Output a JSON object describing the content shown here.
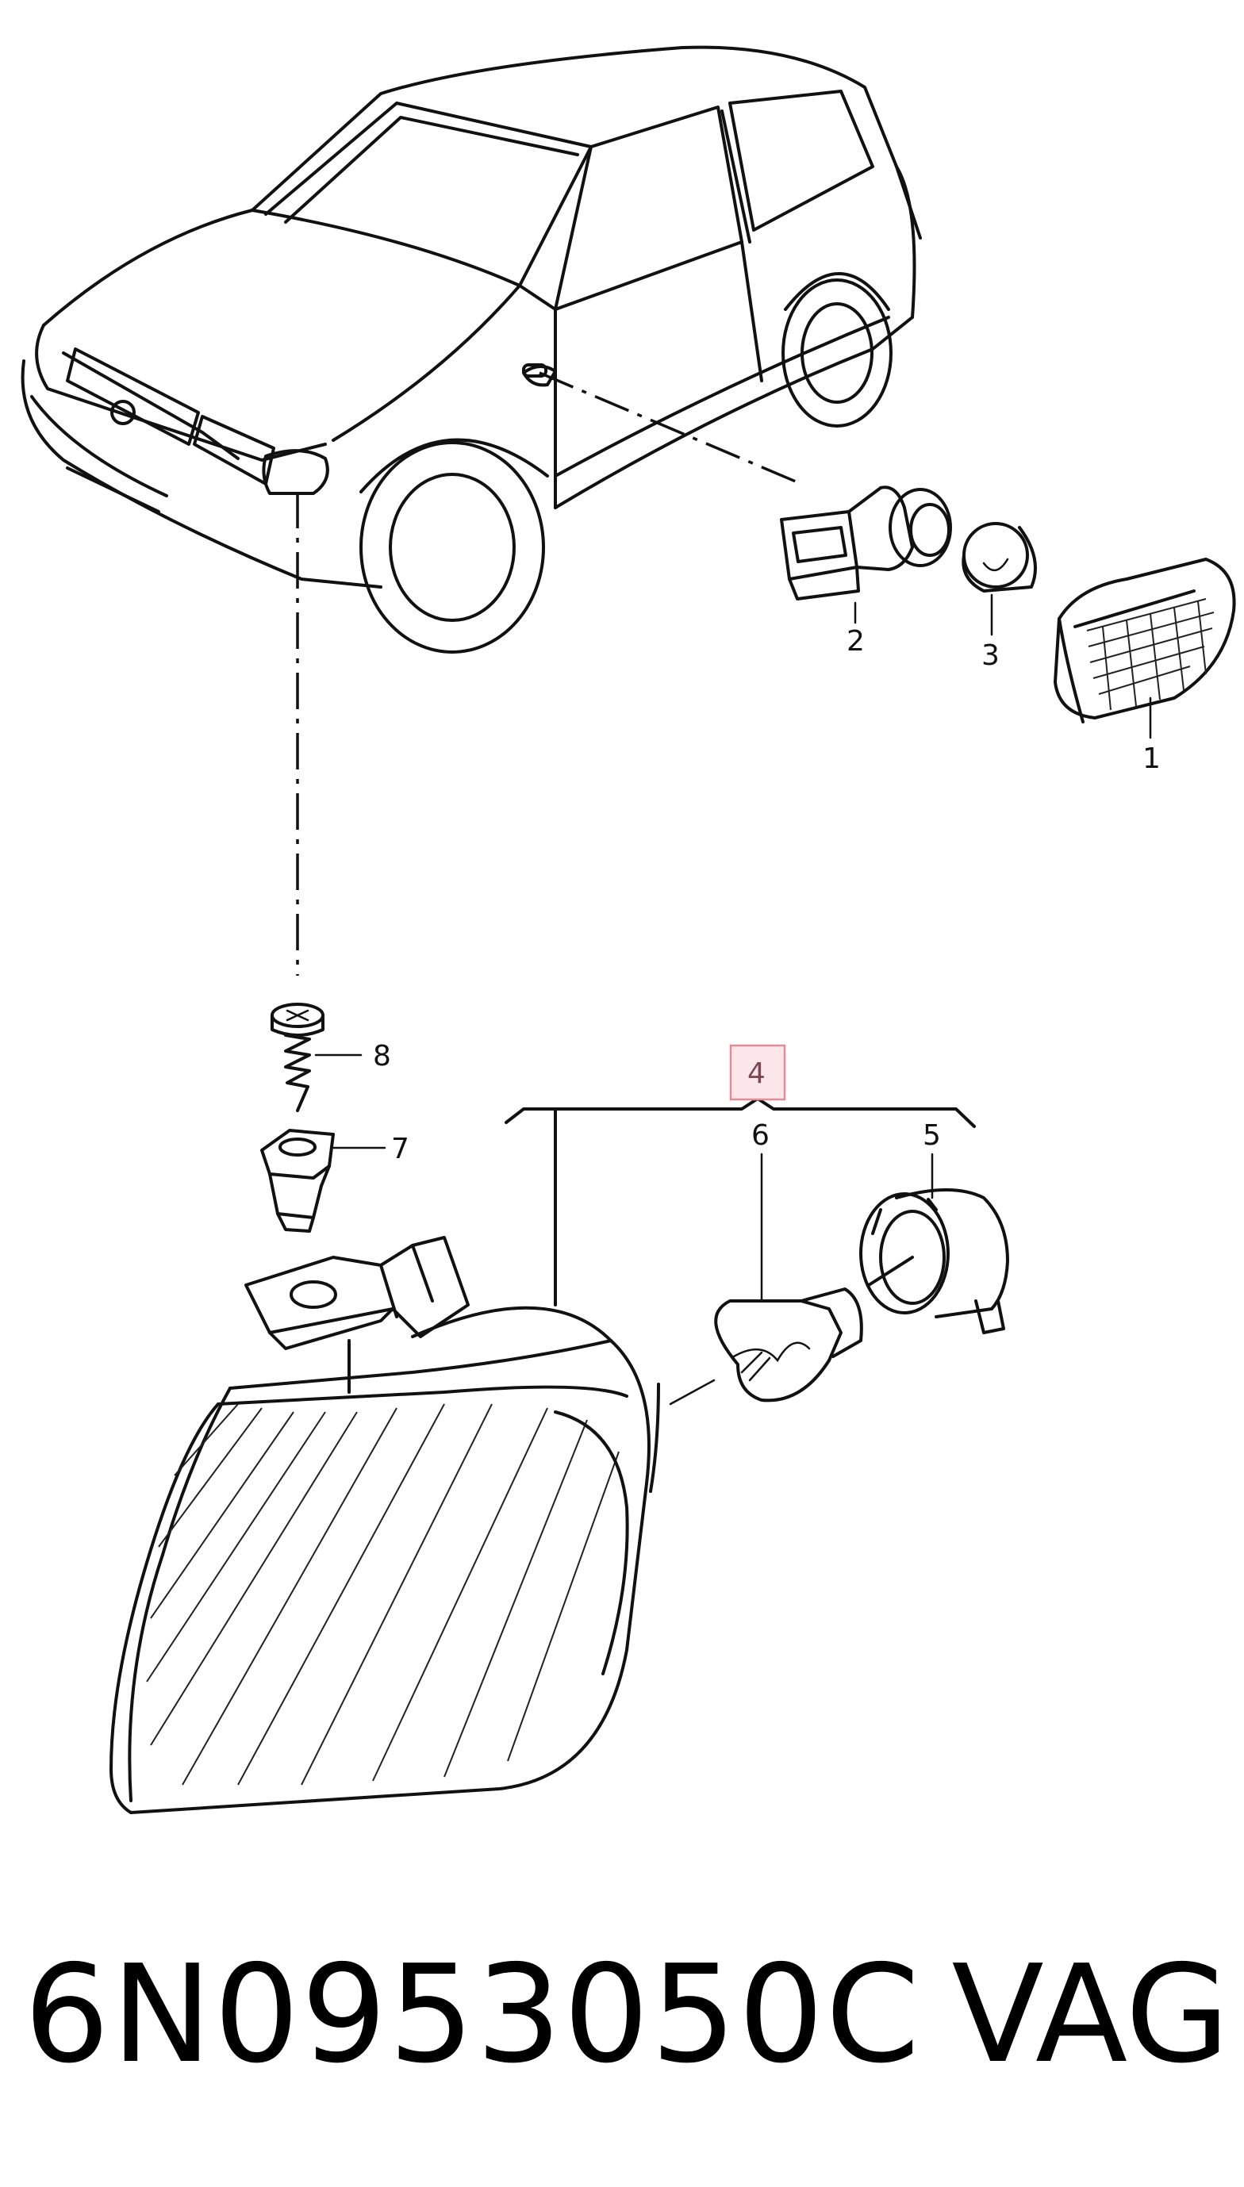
{
  "callouts": [
    {
      "id": "1",
      "label": "1"
    },
    {
      "id": "2",
      "label": "2"
    },
    {
      "id": "3",
      "label": "3"
    },
    {
      "id": "4",
      "label": "4",
      "highlighted": true
    },
    {
      "id": "5",
      "label": "5"
    },
    {
      "id": "6",
      "label": "6"
    },
    {
      "id": "7",
      "label": "7"
    },
    {
      "id": "8",
      "label": "8"
    }
  ],
  "highlight_color": "#e58a96",
  "footer": {
    "part_number": "6N0953050C",
    "brand": "VAG"
  }
}
